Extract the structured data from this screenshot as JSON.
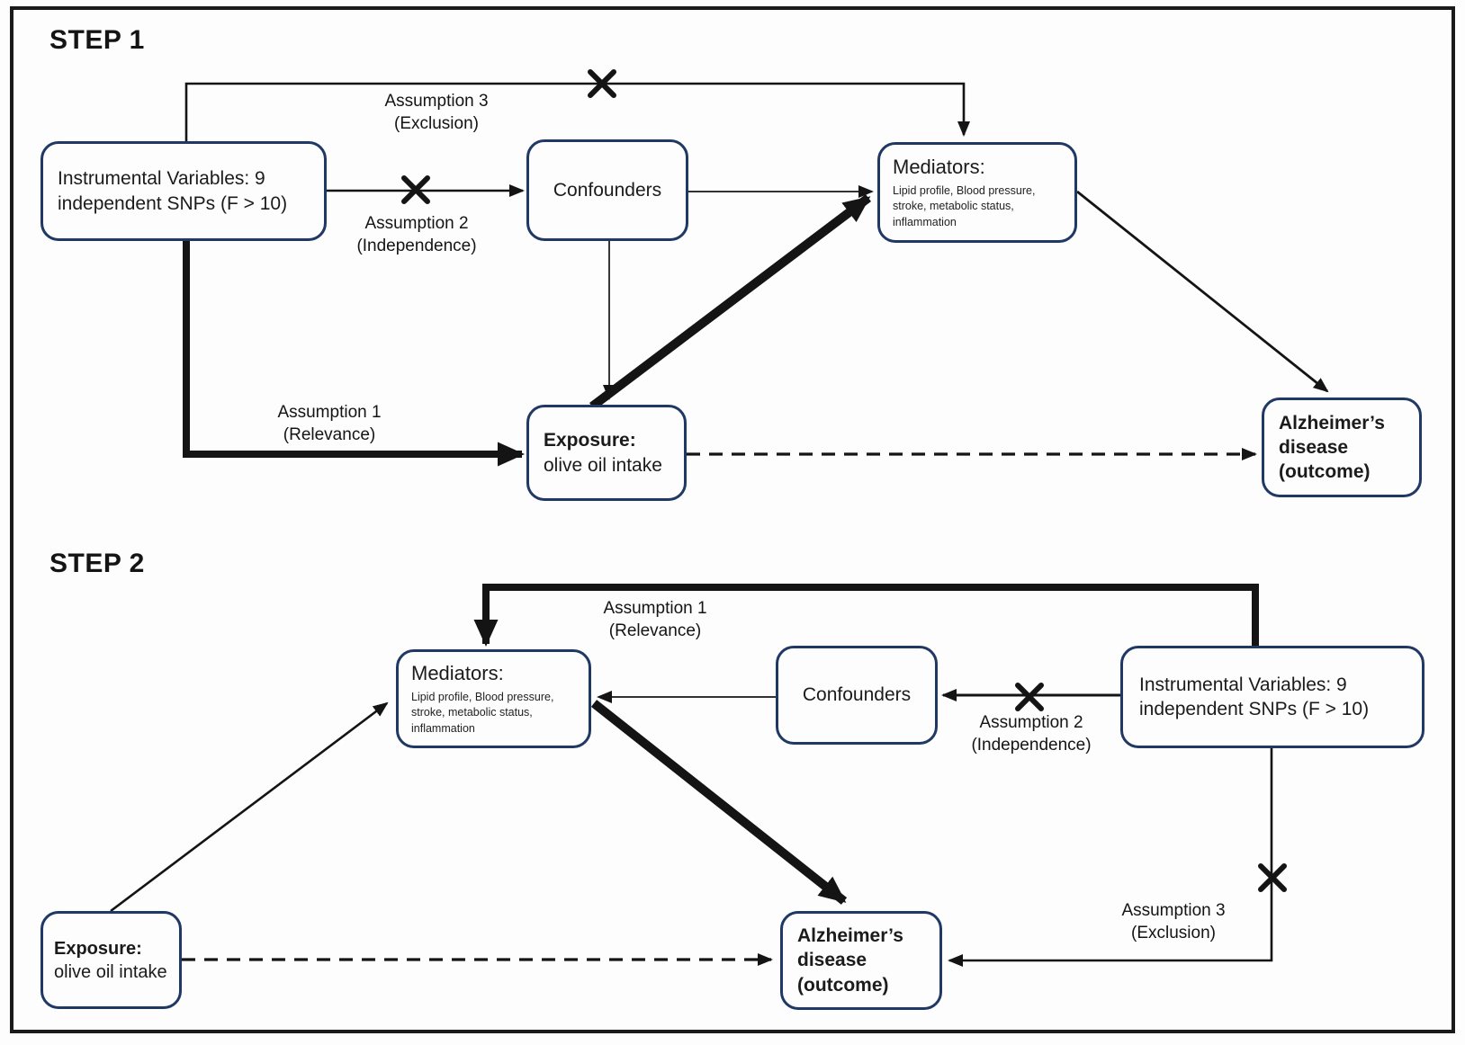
{
  "figure": {
    "step1": {
      "title": "STEP 1",
      "nodes": {
        "iv": "Instrumental Variables: 9\nindependent SNPs (F > 10)",
        "confounders": "Confounders",
        "mediators_title": "Mediators:",
        "mediators_body": "Lipid profile, Blood pressure,\nstroke, metabolic status,\ninflammation",
        "exposure_title": "Exposure:",
        "exposure_body": "olive oil intake",
        "outcome": "Alzheimer’s\ndisease\n(outcome)"
      },
      "labels": {
        "assumption1_line1": "Assumption 1",
        "assumption1_line2": "(Relevance)",
        "assumption2_line1": "Assumption 2",
        "assumption2_line2": "(Independence)",
        "assumption3_line1": "Assumption 3",
        "assumption3_line2": "(Exclusion)"
      }
    },
    "step2": {
      "title": "STEP 2",
      "nodes": {
        "iv": "Instrumental Variables: 9\nindependent SNPs (F > 10)",
        "confounders": "Confounders",
        "mediators_title": "Mediators:",
        "mediators_body": "Lipid profile, Blood pressure,\nstroke, metabolic status,\ninflammation",
        "exposure_title": "Exposure:",
        "exposure_body": "olive oil intake",
        "outcome": "Alzheimer’s\ndisease\n(outcome)"
      },
      "labels": {
        "assumption1_line1": "Assumption 1",
        "assumption1_line2": "(Relevance)",
        "assumption2_line1": "Assumption 2",
        "assumption2_line2": "(Independence)",
        "assumption3_line1": "Assumption 3",
        "assumption3_line2": "(Exclusion)"
      }
    }
  },
  "colors": {
    "box_border": "#1f3864",
    "line": "#141414",
    "text": "#1a1a1a",
    "background": "#fdfdfd"
  }
}
